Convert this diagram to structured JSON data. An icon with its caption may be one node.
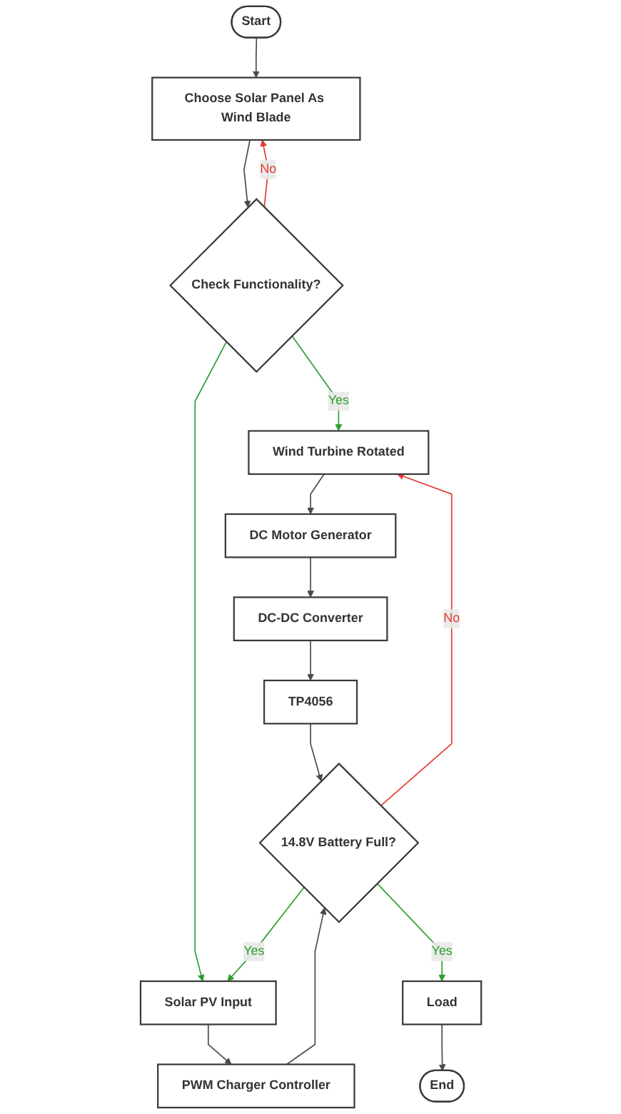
{
  "diagram": {
    "nodes": [
      {
        "text": [
          "Start"
        ]
      },
      {
        "text": [
          "Choose Solar Panel As Wind Blade"
        ]
      },
      {
        "text": [
          "Check Functionality?"
        ]
      },
      {
        "text": [
          "Wind Turbine Rotated"
        ]
      },
      {
        "text": [
          "Solar PV Input"
        ]
      },
      {
        "text": [
          "DC Motor Generator"
        ]
      },
      {
        "text": [
          "DC-DC Converter"
        ]
      },
      {
        "text": [
          "TP4056"
        ]
      },
      {
        "text": [
          "PWM Charger Controller"
        ]
      },
      {
        "text": [
          "14.8V Battery Full?"
        ]
      },
      {
        "text": [
          "Load"
        ]
      },
      {
        "text": [
          "End"
        ]
      }
    ],
    "edges": [
      {
        "from": 0,
        "to": 1,
        "arrow": "to"
      },
      {
        "from": 1,
        "to": 2,
        "arrow": "to"
      },
      {
        "from": 2,
        "to": 1,
        "arrow": "to",
        "label": "No",
        "color": "#e03c31"
      },
      {
        "from": 2,
        "to": 3,
        "arrow": "to",
        "label": "Yes",
        "color": "#2e9e2e"
      },
      {
        "from": 2,
        "to": 4,
        "arrow": "to",
        "color": "#2e9e2e"
      },
      {
        "from": 3,
        "to": 5,
        "arrow": "to"
      },
      {
        "from": 5,
        "to": 6,
        "arrow": "to"
      },
      {
        "from": 6,
        "to": 7,
        "arrow": "to"
      },
      {
        "from": 4,
        "to": 8,
        "arrow": "to"
      },
      {
        "from": 7,
        "to": 9,
        "arrow": "to"
      },
      {
        "from": 8,
        "to": 9,
        "arrow": "to"
      },
      {
        "from": 9,
        "to": 3,
        "arrow": "to",
        "label": "No",
        "color": "#e03c31"
      },
      {
        "from": 9,
        "to": 4,
        "arrow": "to",
        "label": "Yes",
        "color": "#2e9e2e"
      },
      {
        "from": 9,
        "to": 10,
        "arrow": "to",
        "label": "Yes",
        "color": "#2e9e2e"
      },
      {
        "from": 10,
        "to": 11,
        "arrow": "to"
      }
    ]
  }
}
